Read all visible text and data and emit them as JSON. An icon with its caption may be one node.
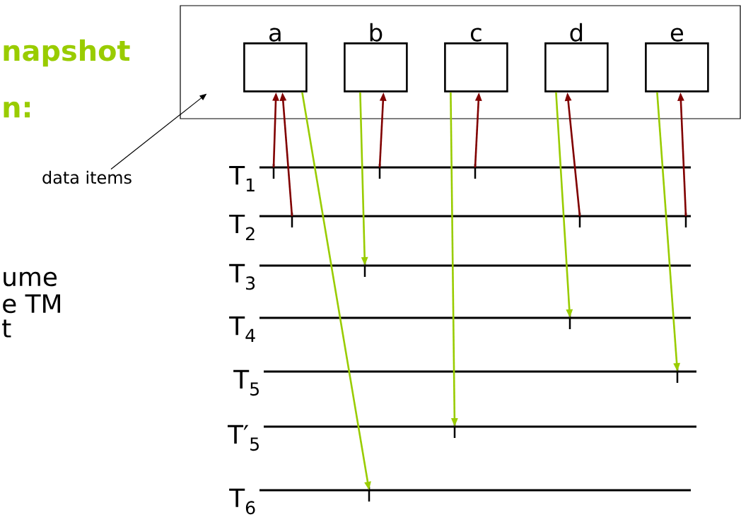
{
  "diagram": {
    "nodes": [
      {
        "text": [],
        "shape": "box"
      },
      {
        "text": [
          "a"
        ],
        "in": 0
      },
      {
        "text": [
          "b"
        ],
        "in": 0
      },
      {
        "text": [
          "c"
        ],
        "in": 0
      },
      {
        "text": [
          "d"
        ],
        "in": 0
      },
      {
        "text": [
          "e"
        ],
        "in": 0
      },
      {
        "text": [
          "T$_{1}$"
        ]
      },
      {
        "text": [
          "T$_{2}$"
        ]
      },
      {
        "text": [
          "T$_{3}$"
        ]
      },
      {
        "text": [
          "T$_{4}$"
        ]
      },
      {
        "text": [
          "T$_{5}$"
        ]
      },
      {
        "text": [
          "T′$_{5}$"
        ]
      },
      {
        "text": [
          "T$_{6}$"
        ]
      },
      {
        "text": [
          "data items"
        ]
      }
    ],
    "edges": [
      {
        "from": 13,
        "to": 0,
        "arrow": "to",
        "color": "#000000"
      },
      {
        "from": 6,
        "to": 1,
        "arrow": "to"
      },
      {
        "from": 7,
        "to": 1,
        "arrow": "to"
      },
      {
        "from": 6,
        "to": 2,
        "arrow": "to"
      },
      {
        "from": 6,
        "to": 3,
        "arrow": "to"
      },
      {
        "from": 7,
        "to": 4,
        "arrow": "to"
      },
      {
        "from": 7,
        "to": 5,
        "arrow": "to"
      },
      {
        "from": 1,
        "to": 12,
        "arrow": "to",
        "color": "#99cc00"
      },
      {
        "from": 2,
        "to": 8,
        "arrow": "to",
        "color": "#99cc00"
      },
      {
        "from": 3,
        "to": 11,
        "arrow": "to",
        "color": "#99cc00"
      },
      {
        "from": 4,
        "to": 9,
        "arrow": "to",
        "color": "#99cc00"
      },
      {
        "from": 5,
        "to": 10,
        "arrow": "to",
        "color": "#99cc00"
      }
    ],
    "labels": [
      "napshot",
      "n:",
      "ume",
      "e TM",
      "t"
    ]
  }
}
